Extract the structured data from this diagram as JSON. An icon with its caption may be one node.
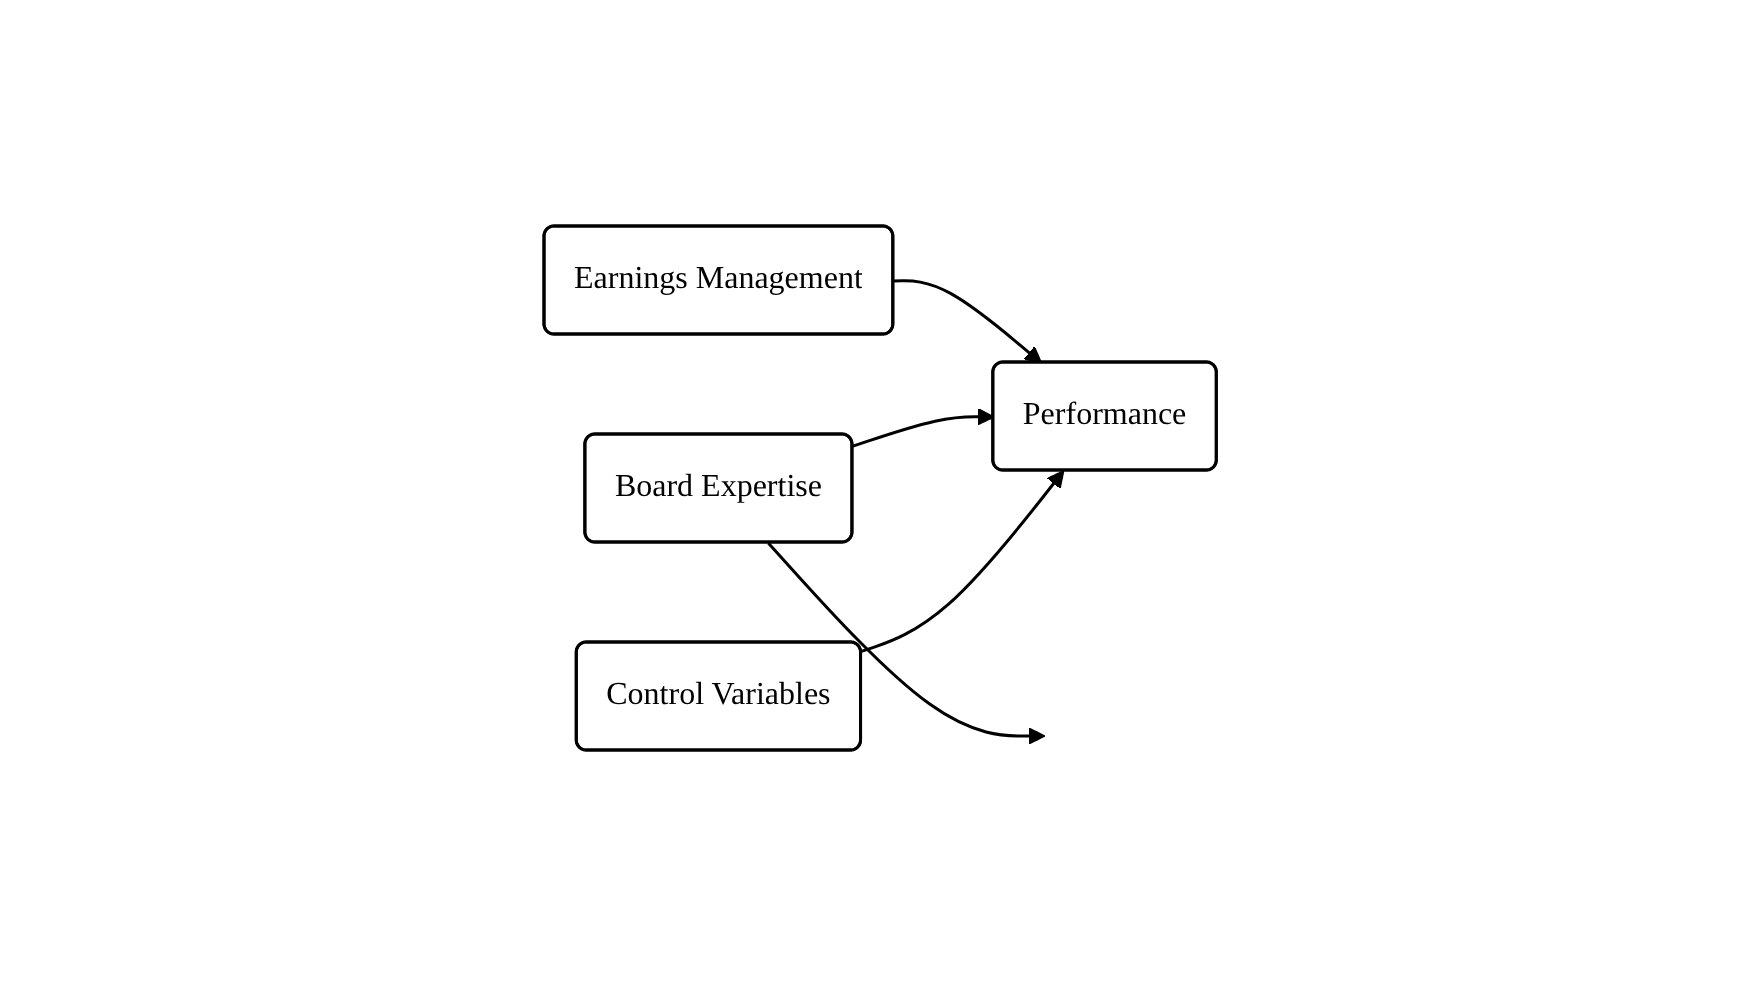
{
  "diagram": {
    "nodes": [
      {
        "text": [
          "Earnings Management"
        ]
      },
      {
        "text": [
          "Performance"
        ]
      },
      {
        "text": [
          "Board Expertise"
        ]
      },
      {
        "text": [
          "Control Variables"
        ]
      }
    ],
    "edges": [
      {
        "from": 0,
        "to": 1,
        "arrow": "to"
      },
      {
        "from": 2,
        "to": null,
        "arrow": "to"
      },
      {
        "from": 2,
        "to": 1,
        "arrow": "to"
      },
      {
        "from": 3,
        "to": 1,
        "arrow": "to"
      }
    ]
  }
}
